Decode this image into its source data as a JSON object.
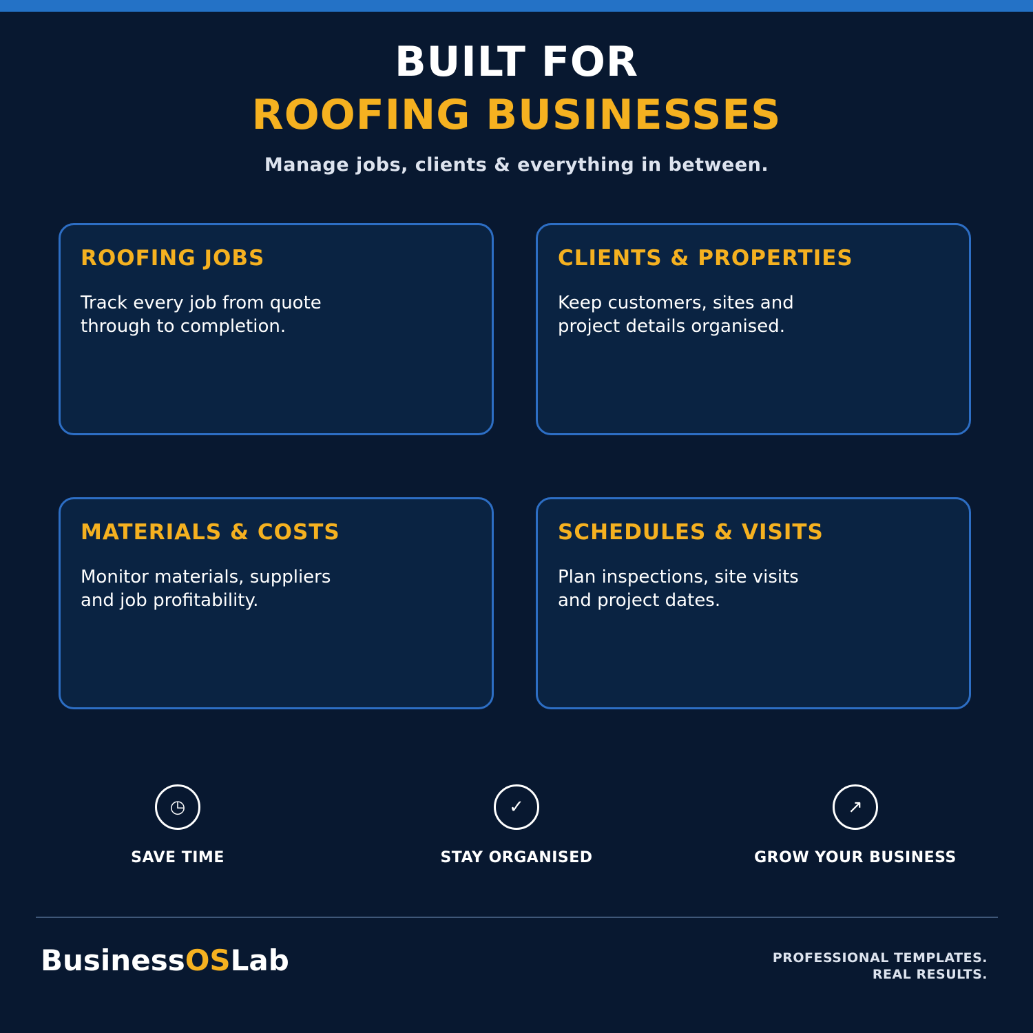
{
  "colors": {
    "background": "#081830",
    "accent": "#f5b120",
    "top_bar": "#2472c6",
    "card_border": "#2d6ec4",
    "card_background": "#0a2342",
    "text": "#ffffff"
  },
  "header": {
    "line1": "BUILT FOR",
    "line2": "ROOFING BUSINESSES",
    "subtitle": "Manage jobs, clients & everything in between."
  },
  "features": [
    {
      "title": "ROOFING JOBS",
      "desc_line1": "Track every job from quote",
      "desc_line2": "through to completion."
    },
    {
      "title": "CLIENTS & PROPERTIES",
      "desc_line1": "Keep customers, sites and",
      "desc_line2": "project details organised."
    },
    {
      "title": "MATERIALS & COSTS",
      "desc_line1": "Monitor materials, suppliers",
      "desc_line2": "and job profitability."
    },
    {
      "title": "SCHEDULES & VISITS",
      "desc_line1": "Plan inspections, site visits",
      "desc_line2": "and project dates."
    }
  ],
  "benefits": [
    {
      "icon": "clock-icon",
      "glyph": "◷",
      "label": "SAVE TIME"
    },
    {
      "icon": "checkmark-icon",
      "glyph": "✓",
      "label": "STAY ORGANISED"
    },
    {
      "icon": "arrow-up-right-icon",
      "glyph": "↗",
      "label": "GROW YOUR BUSINESS"
    }
  ],
  "footer": {
    "brand_part1": "Business",
    "brand_part2": "OS",
    "brand_part3": "Lab",
    "tagline_line1": "PROFESSIONAL TEMPLATES.",
    "tagline_line2": "REAL RESULTS."
  }
}
